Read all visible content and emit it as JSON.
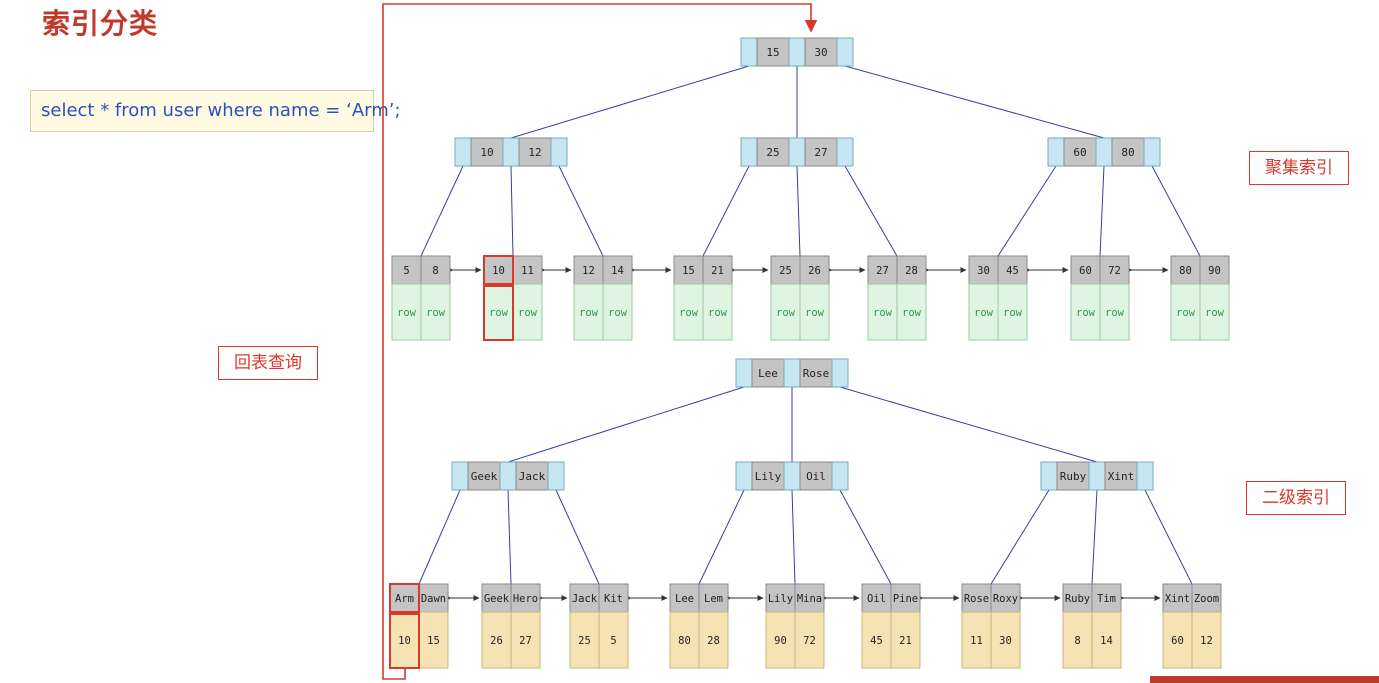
{
  "title": "索引分类",
  "sql": "select * from user where name = ‘Arm’;",
  "labels": {
    "clustered": "聚集索引",
    "secondary": "二级索引",
    "lookup": "回表查询"
  },
  "clustered_index": {
    "root": [
      "15",
      "30"
    ],
    "internal": [
      [
        "10",
        "12"
      ],
      [
        "25",
        "27"
      ],
      [
        "60",
        "80"
      ]
    ],
    "leaves": [
      {
        "keys": [
          "5",
          "8"
        ],
        "data": [
          "row",
          "row"
        ]
      },
      {
        "keys": [
          "10",
          "11"
        ],
        "data": [
          "row",
          "row"
        ],
        "highlight": 0
      },
      {
        "keys": [
          "12",
          "14"
        ],
        "data": [
          "row",
          "row"
        ]
      },
      {
        "keys": [
          "15",
          "21"
        ],
        "data": [
          "row",
          "row"
        ]
      },
      {
        "keys": [
          "25",
          "26"
        ],
        "data": [
          "row",
          "row"
        ]
      },
      {
        "keys": [
          "27",
          "28"
        ],
        "data": [
          "row",
          "row"
        ]
      },
      {
        "keys": [
          "30",
          "45"
        ],
        "data": [
          "row",
          "row"
        ]
      },
      {
        "keys": [
          "60",
          "72"
        ],
        "data": [
          "row",
          "row"
        ]
      },
      {
        "keys": [
          "80",
          "90"
        ],
        "data": [
          "row",
          "row"
        ]
      }
    ]
  },
  "secondary_index": {
    "root": [
      "Lee",
      "Rose"
    ],
    "internal": [
      [
        "Geek",
        "Jack"
      ],
      [
        "Lily",
        "Oil"
      ],
      [
        "Ruby",
        "Xint"
      ]
    ],
    "leaves": [
      {
        "keys": [
          "Arm",
          "Dawn"
        ],
        "data": [
          "10",
          "15"
        ],
        "highlight": 0
      },
      {
        "keys": [
          "Geek",
          "Hero"
        ],
        "data": [
          "26",
          "27"
        ]
      },
      {
        "keys": [
          "Jack",
          "Kit"
        ],
        "data": [
          "25",
          "5"
        ]
      },
      {
        "keys": [
          "Lee",
          "Lem"
        ],
        "data": [
          "80",
          "28"
        ]
      },
      {
        "keys": [
          "Lily",
          "Mina"
        ],
        "data": [
          "90",
          "72"
        ]
      },
      {
        "keys": [
          "Oil",
          "Pine"
        ],
        "data": [
          "45",
          "21"
        ]
      },
      {
        "keys": [
          "Rose",
          "Roxy"
        ],
        "data": [
          "11",
          "30"
        ]
      },
      {
        "keys": [
          "Ruby",
          "Tim"
        ],
        "data": [
          "8",
          "14"
        ]
      },
      {
        "keys": [
          "Xint",
          "Zoom"
        ],
        "data": [
          "60",
          "12"
        ]
      }
    ]
  },
  "colors": {
    "accent_red": "#d9382b",
    "pointer_cell": "#c6e6f2",
    "key_cell": "#c4c4c4",
    "row_cell": "#dff5e2",
    "row_text": "#2e9a4a",
    "value_cell": "#f6e3b3",
    "edge": "#3b3f9e"
  }
}
